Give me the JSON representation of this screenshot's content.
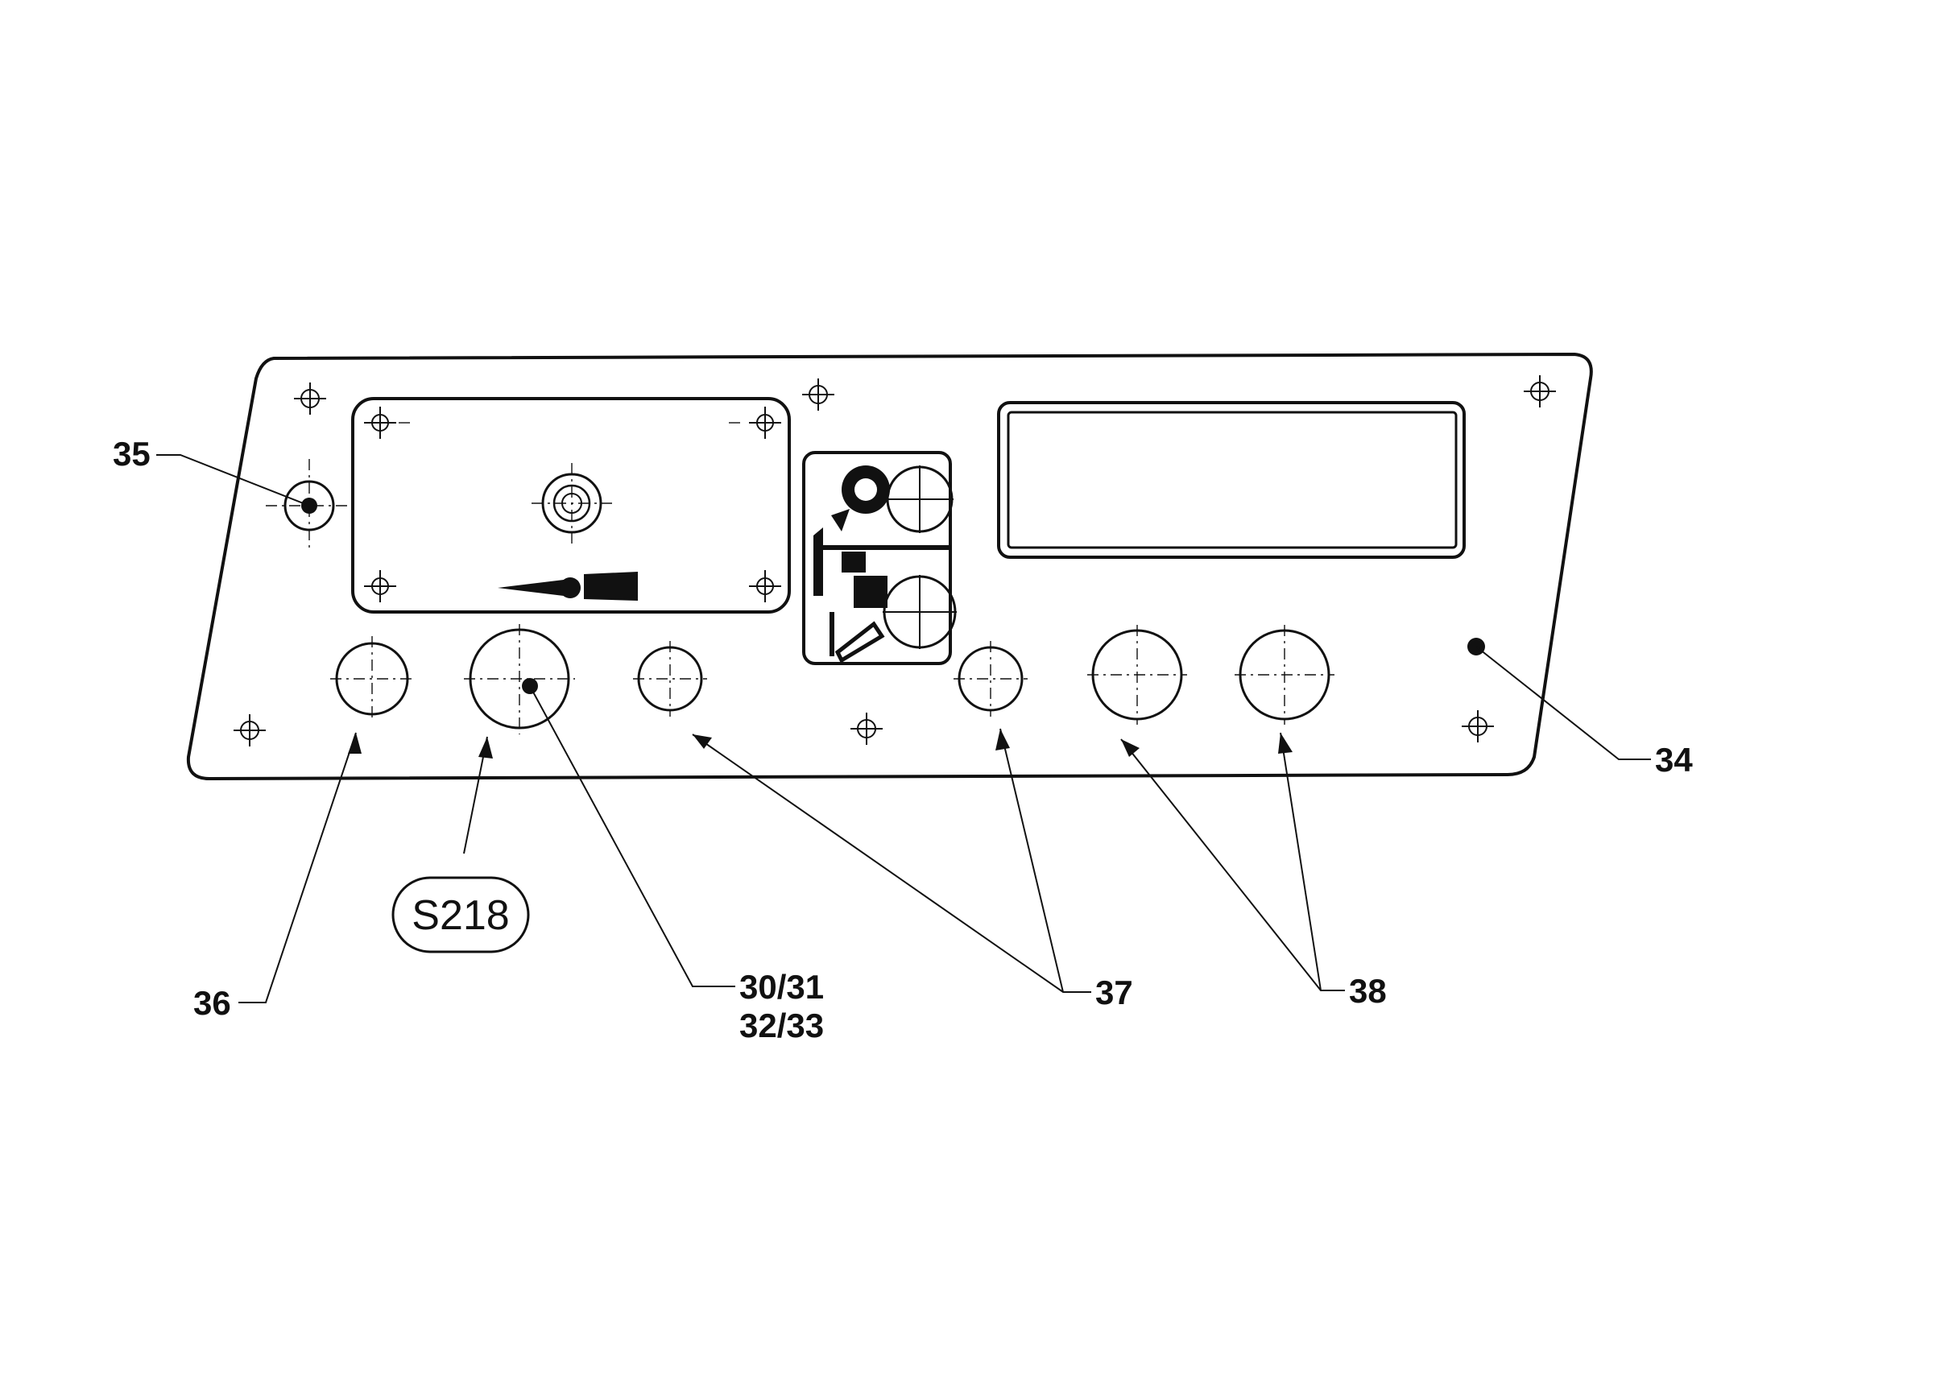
{
  "callouts": {
    "c34": "34",
    "c35": "35",
    "c36": "36",
    "c37": "37",
    "c38": "38",
    "c30_31": "30/31",
    "c32_33": "32/33"
  },
  "badge": "S218",
  "colors": {
    "ink": "#111111",
    "paper": "#ffffff"
  },
  "icons": [
    "mounting-hole-icon",
    "indicator-dot-icon",
    "wiring-schematic-icon"
  ]
}
